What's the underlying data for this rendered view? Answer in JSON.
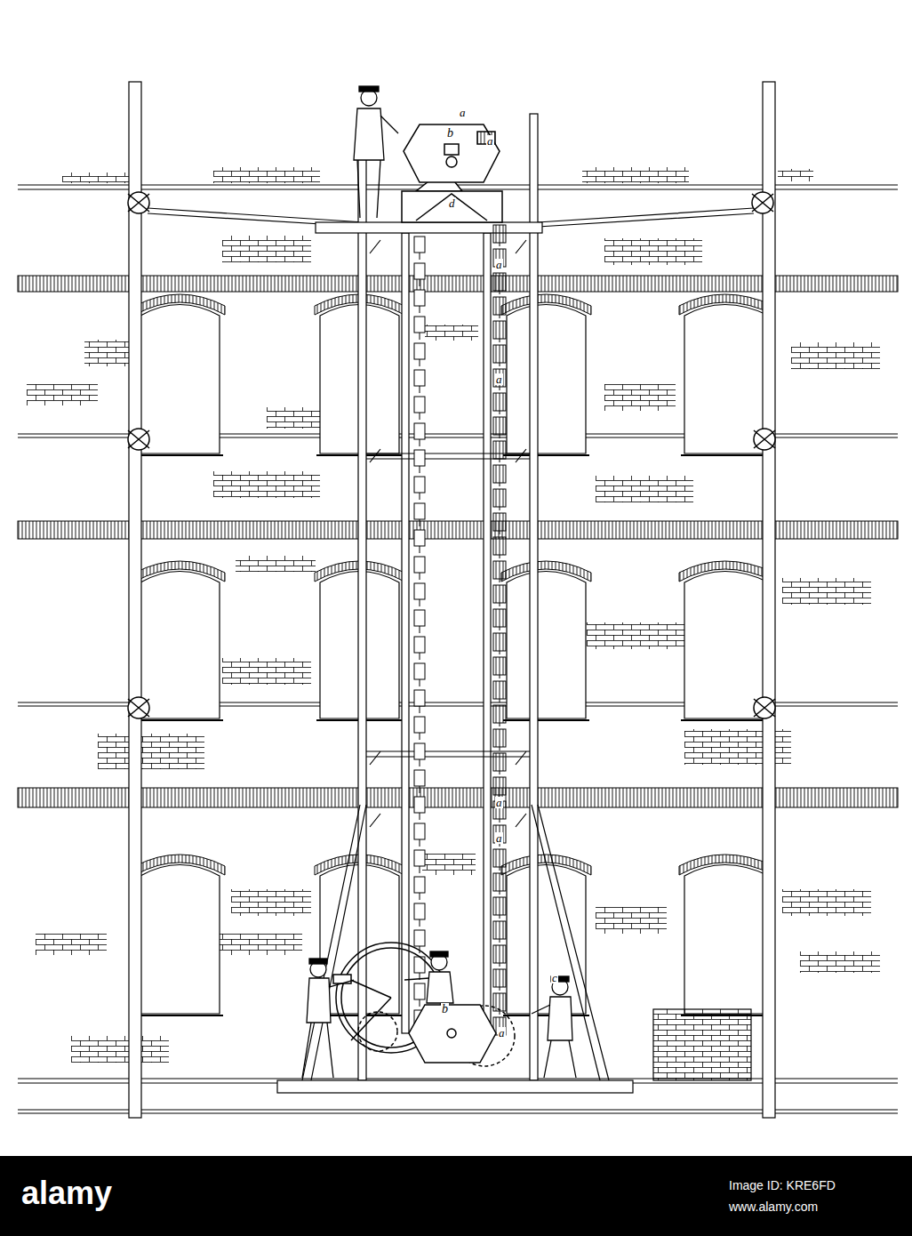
{
  "diagram": {
    "labels": [
      "a",
      "a",
      "b",
      "d",
      "a",
      "a",
      "a",
      "a",
      "b",
      "a",
      "c",
      "alamy",
      "Image ID: KRE6FD",
      "www.alamy.com"
    ]
  }
}
